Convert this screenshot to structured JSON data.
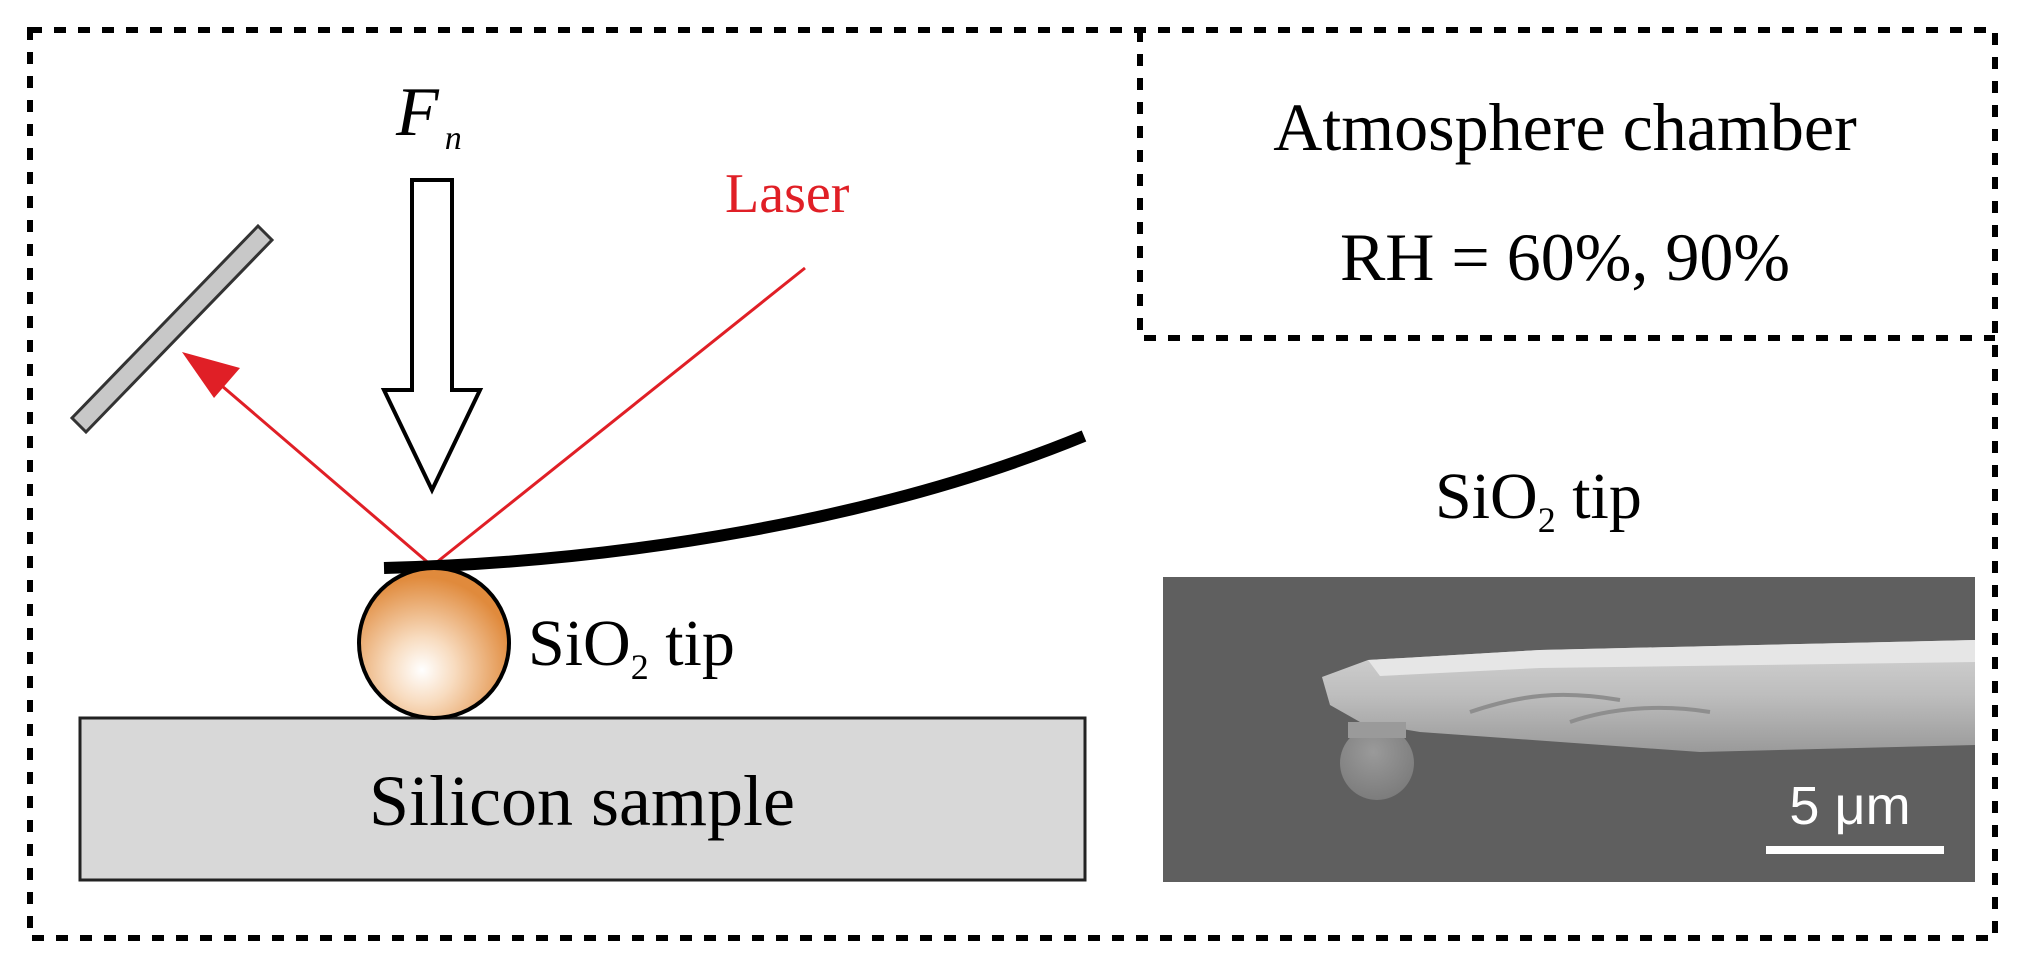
{
  "labels": {
    "force_main": "F",
    "force_sub": "n",
    "laser": "Laser",
    "tip_label_left": "SiO",
    "tip_label_left_sub": "2",
    "tip_label_left_suffix": " tip",
    "sample": "Silicon sample",
    "chamber_line1": "Atmosphere chamber",
    "chamber_line2": "RH = 60%, 90%",
    "tip_label_right": "SiO",
    "tip_label_right_sub": "2",
    "tip_label_right_suffix": " tip",
    "scale_bar": "5 μm"
  },
  "colors": {
    "laser": "#e01f26",
    "cantilever": "#000000",
    "sample_fill": "#d8d8d8",
    "tip_light": "#ffffff",
    "tip_dark": "#e08a3c",
    "sem_background": "#5f5f5f",
    "border": "#000000"
  },
  "icons": {
    "detector": "mirror-detector",
    "force_arrow": "down-arrow-outline",
    "tip": "sphere"
  }
}
